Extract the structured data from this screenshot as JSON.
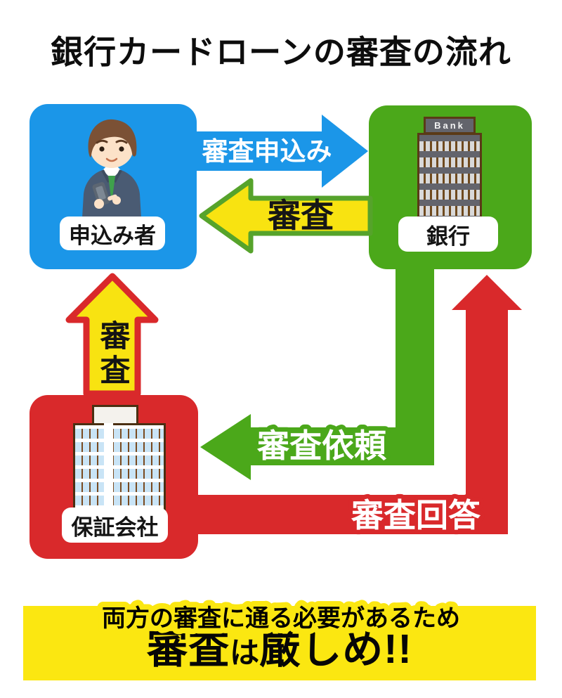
{
  "title": "銀行カードローンの審査の流れ",
  "nodes": {
    "applicant": {
      "label": "申込み者"
    },
    "bank": {
      "label": "銀行",
      "sign": "Bank"
    },
    "guarantor": {
      "label": "保証会社"
    }
  },
  "arrows": {
    "application": {
      "label": "審査申込み",
      "from": "申込み者",
      "to": "銀行"
    },
    "screening": {
      "label": "審査",
      "from": "銀行",
      "to": "申込み者"
    },
    "screening_up": {
      "label": "審査",
      "from": "保証会社",
      "to": "申込み者"
    },
    "request": {
      "label": "審査依頼",
      "from": "銀行",
      "to": "保証会社"
    },
    "response": {
      "label": "審査回答",
      "from": "保証会社",
      "to": "銀行"
    }
  },
  "footer": {
    "line1": "両方の審査に通る必要があるため",
    "line2": {
      "big1": "審査",
      "small": "は",
      "big2": "厳しめ!!"
    }
  },
  "colors": {
    "applicant_blue": "#1B96E8",
    "bank_green": "#4BA81A",
    "guarantor_red": "#D9292B",
    "arrow_yellow": "#F8E311",
    "banner_yellow": "#FBE711"
  }
}
